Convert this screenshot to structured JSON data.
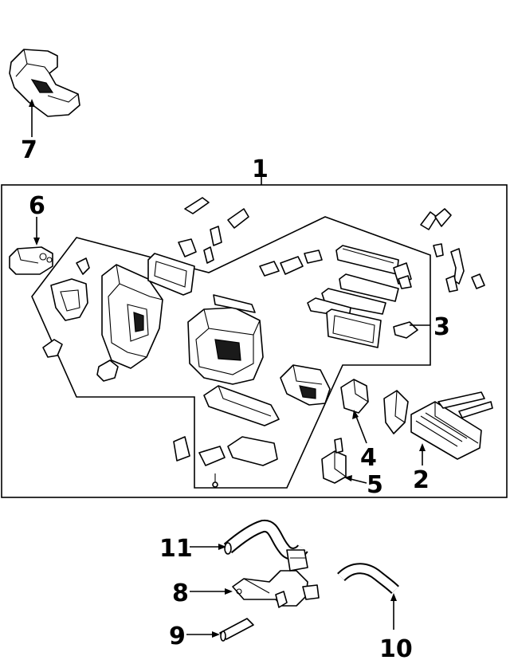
{
  "diagram": {
    "callouts": [
      {
        "id": "1",
        "label": "1"
      },
      {
        "id": "2",
        "label": "2"
      },
      {
        "id": "3",
        "label": "3"
      },
      {
        "id": "4",
        "label": "4"
      },
      {
        "id": "5",
        "label": "5"
      },
      {
        "id": "6",
        "label": "6"
      },
      {
        "id": "7",
        "label": "7"
      },
      {
        "id": "8",
        "label": "8"
      },
      {
        "id": "9",
        "label": "9"
      },
      {
        "id": "10",
        "label": "10"
      },
      {
        "id": "11",
        "label": "11"
      }
    ],
    "colors": {
      "ink": "#000000",
      "paper": "#ffffff"
    }
  }
}
